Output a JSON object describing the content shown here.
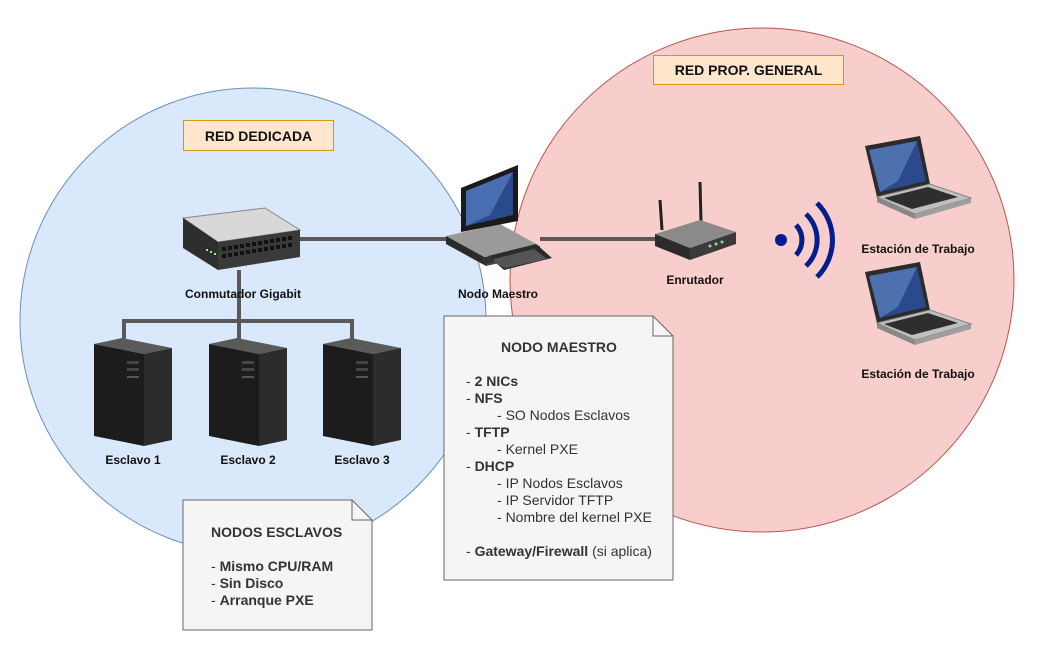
{
  "zones": {
    "dedicated": {
      "label": "RED DEDICADA",
      "fill": "#dae8fc",
      "stroke": "#6c8ebf"
    },
    "general": {
      "label": "RED PROP. GENERAL",
      "fill": "#f8cecc",
      "stroke": "#b85450"
    }
  },
  "nodes": {
    "switch": "Conmutador Gigabit",
    "master": "Nodo Maestro",
    "router": "Enrutador",
    "slave1": "Esclavo 1",
    "slave2": "Esclavo 2",
    "slave3": "Esclavo 3",
    "workstation1": "Estación de Trabajo",
    "workstation2": "Estación de Trabajo"
  },
  "notes": {
    "slaves": {
      "title": "NODOS ESCLAVOS",
      "items": [
        "Mismo CPU/RAM",
        "Sin Disco",
        "Arranque PXE"
      ]
    },
    "master": {
      "title": "NODO MAESTRO",
      "nics": "2 NICs",
      "nfs": "NFS",
      "nfs_sub": "SO Nodos Esclavos",
      "tftp": "TFTP",
      "tftp_sub": "Kernel PXE",
      "dhcp": "DHCP",
      "dhcp_sub1": "IP Nodos Esclavos",
      "dhcp_sub2": "IP Servidor TFTP",
      "dhcp_sub3": "Nombre del kernel PXE",
      "gateway": "Gateway/Firewall",
      "gateway_suffix": "(si aplica)"
    }
  },
  "colors": {
    "link": "#595959",
    "wifi": "#001e8c",
    "note_fill": "#f5f5f5",
    "note_stroke": "#666666"
  }
}
